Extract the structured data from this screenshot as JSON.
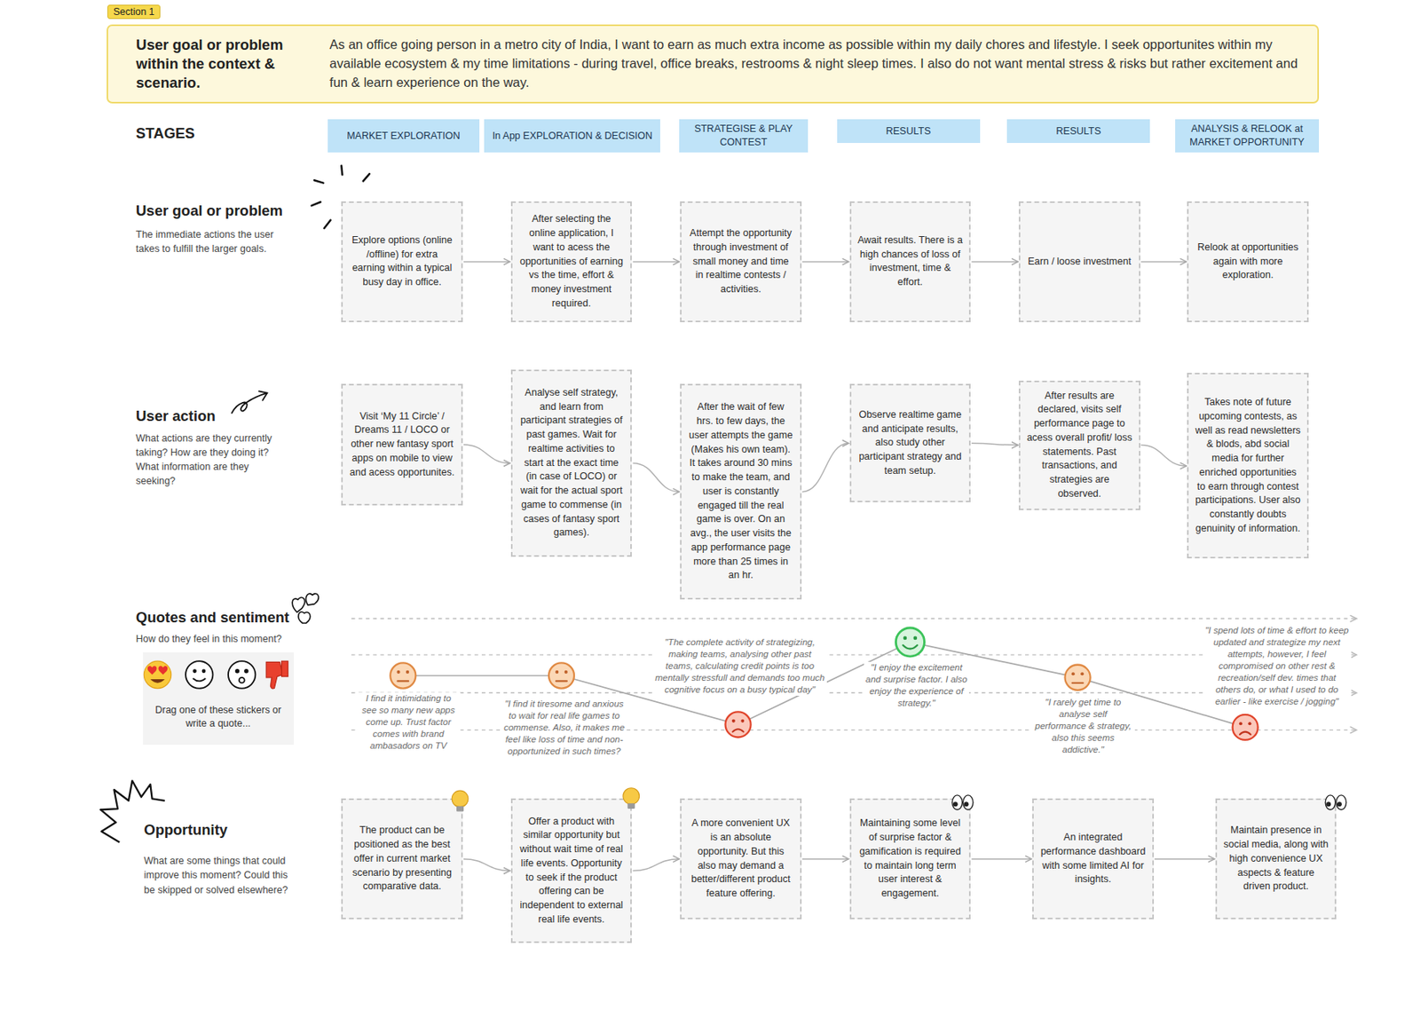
{
  "diagram": {
    "nodes": [
      {
        "text": [
          "User goal or problem within the context & scenario.",
          "As an office going person in a metro city of India, I want to earn as much extra income as possible within my daily chores and lifestyle. I seek opportunites within my available ecosystem & my time limitations - during travel, office breaks, restrooms & night sleep times. I also do not want mental stress & risks but rather excitement and fun & learn experience on the way."
        ]
      },
      {
        "text": [
          "MARKET EXPLORATION"
        ]
      },
      {
        "text": [
          "In App EXPLORATION & DECISION"
        ]
      },
      {
        "text": [
          "STRATEGISE & PLAY CONTEST"
        ]
      },
      {
        "text": [
          "RESULTS"
        ]
      },
      {
        "text": [
          "RESULTS"
        ]
      },
      {
        "text": [
          "ANALYSIS & RELOOK at MARKET OPPORTUNITY"
        ]
      },
      {
        "text": [
          "Explore options (online /offline) for extra earning within a typical busy day in office."
        ]
      },
      {
        "text": [
          "After selecting the online application, I want to acess the opportunities of earning vs the time, effort & money investment required."
        ]
      },
      {
        "text": [
          "Attempt the opportunity through investment of small money and time in realtime contests / activities."
        ]
      },
      {
        "text": [
          "Await results. There is a high chances of loss of investment, time & effort."
        ]
      },
      {
        "text": [
          "Earn / loose investment"
        ]
      },
      {
        "text": [
          "Relook at opportunities again with more exploration."
        ]
      },
      {
        "text": [
          "Visit ‘My 11 Circle’ / Dreams 11 / LOCO or other new fantasy sport apps on mobile to view and acess opportunites."
        ]
      },
      {
        "text": [
          "Analyse self strategy, and learn from participant strategies of past games. Wait for realtime activities to start at the exact time (in case of LOCO) or wait for the actual sport game to commense (in cases of fantasy sport games)."
        ]
      },
      {
        "text": [
          "After the wait of few hrs. to few days, the user attempts the game (Makes his own team). It takes around 30 mins to make the team, and user is constantly engaged till the real game is over. On an avg., the user visits the app performance page more than 25 times in an hr."
        ]
      },
      {
        "text": [
          "Observe realtime game and anticipate results, also study other participant strategy and team setup."
        ]
      },
      {
        "text": [
          "After results are declared, visits self performance page to acess overall profit/ loss statements. Past transactions, and strategies are observed."
        ]
      },
      {
        "text": [
          "Takes note of future upcoming contests, as well as read newsletters & blods, abd social media for further enriched opportunities to earn through contest participations. User also constantly doubts genuinity of information."
        ]
      },
      {
        "text": [
          "Drag one of these stickers or write a quote..."
        ]
      },
      {
        "text": [
          "The product can be positioned as the best offer in current market scenario by presenting comparative data."
        ]
      },
      {
        "text": [
          "Offer a product with similar opportunity but without wait time of real life events. Opportunity to seek if the product offering can be independent to external real life events."
        ]
      },
      {
        "text": [
          "A more convenient UX is an absolute opportunity. But this also may demand a better/different product feature offering."
        ]
      },
      {
        "text": [
          "Maintaining some level of surprise factor & gamification is required to maintain long term user interest & engagement."
        ]
      },
      {
        "text": [
          "An integrated performance dashboard with some limited AI for insights."
        ]
      },
      {
        "text": [
          "Maintain presence in social media, along with high convenience UX aspects & feature driven product."
        ]
      }
    ],
    "edges": [
      {
        "from": 7,
        "to": 8,
        "arrow": "to"
      },
      {
        "from": 8,
        "to": 9,
        "arrow": "to"
      },
      {
        "from": 9,
        "to": 10,
        "arrow": "to"
      },
      {
        "from": 10,
        "to": 11,
        "arrow": "to"
      },
      {
        "from": 11,
        "to": 12,
        "arrow": "to"
      },
      {
        "from": 13,
        "to": 14,
        "arrow": "to"
      },
      {
        "from": 14,
        "to": 15,
        "arrow": "to"
      },
      {
        "from": 15,
        "to": 16,
        "arrow": "to"
      },
      {
        "from": 16,
        "to": 17,
        "arrow": "to"
      },
      {
        "from": 17,
        "to": 18,
        "arrow": "to"
      },
      {
        "from": 20,
        "to": 21,
        "arrow": "to"
      },
      {
        "from": 21,
        "to": 22,
        "arrow": "to"
      },
      {
        "from": 22,
        "to": 23,
        "arrow": "to"
      },
      {
        "from": 23,
        "to": 24,
        "arrow": "to"
      },
      {
        "from": 24,
        "to": 25,
        "arrow": "to"
      }
    ],
    "labels": [
      "Section 1",
      "STAGES",
      "User goal or problem",
      "The immediate actions the user takes to fulfill the larger goals.",
      "User action",
      "What actions are they currently taking? How are they doing it? What information are they seeking?",
      "Quotes and sentiment",
      "How do they feel in this moment?",
      "I find it intimidating to see so many new apps come up. Trust factor comes with brand ambasadors on TV",
      "\"I find it tiresome and anxious to wait for real life games to commense. Also, it makes me feel like loss of time and non-opportunized in such times?",
      "\"The complete activity of strategizing, making teams, analysing other past teams, calculating credit points is too mentally stressfull and demands too much cognitive focus on a busy typical day\"",
      "\"I enjoy the excitement and surprise factor. I also enjoy the experience of strategy.\"",
      "\"I rarely get time to analyse self performance & strategy, also this seems addictive.\"",
      "\"I spend lots of time & effort to keep updated and strategize my next attempts, however, I feel compromised on other rest & recreation/self dev. times that others do, or what I used to do earlier - like exercise / jogging\"",
      "Opportunity",
      "What are some things that could improve this moment? Could this be skipped or solved elsewhere?"
    ]
  }
}
